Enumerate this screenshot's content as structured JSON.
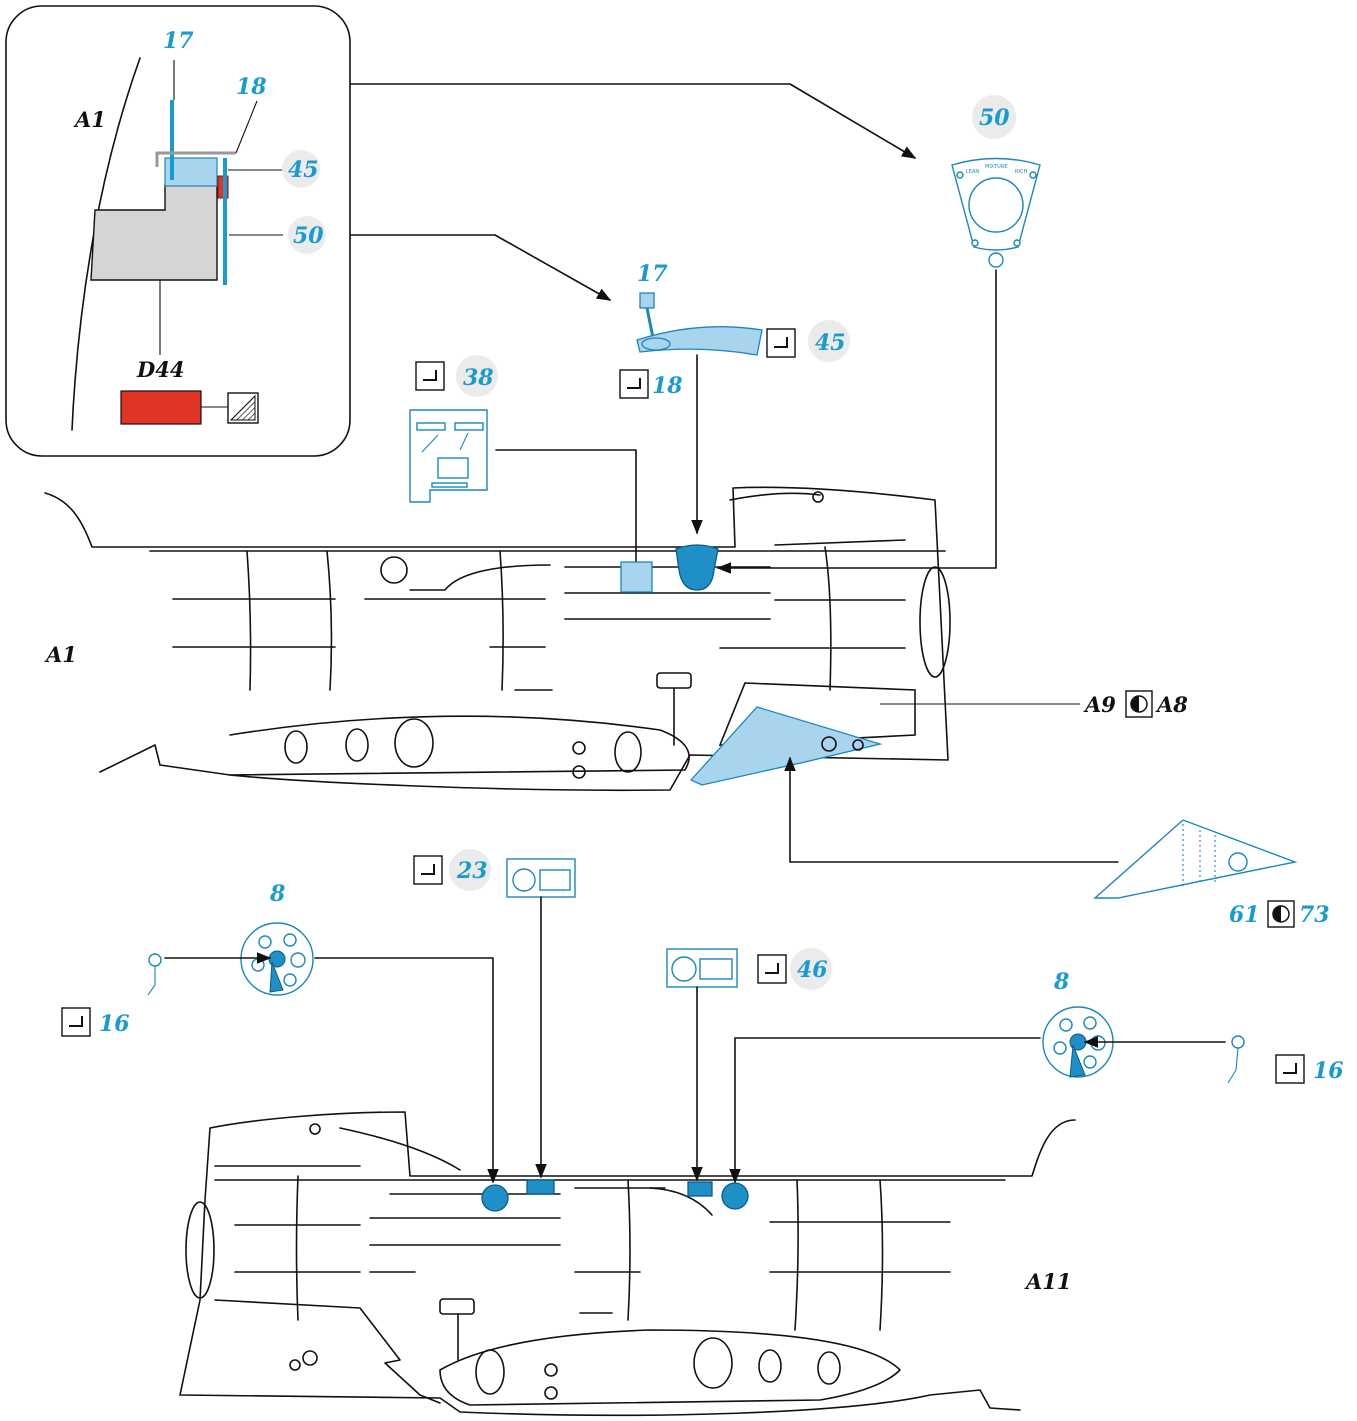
{
  "diagram_title": "",
  "inset": {
    "labels": {
      "part_17": "17",
      "part_18": "18",
      "part_45": "45",
      "part_50": "50",
      "a1": "A1",
      "d44": "D44"
    }
  },
  "callouts": {
    "pe_50": "50",
    "throttle_17": "17",
    "throttle_45": "45",
    "throttle_18": "18",
    "panel_38": "38",
    "sidewall_a9": "A9",
    "sidewall_a8": "A8",
    "triangle_61": "61",
    "triangle_73": "73",
    "panel_23": "23",
    "panel_46": "46",
    "dial_left_8": "8",
    "lever_left_16": "16",
    "dial_right_8": "8",
    "lever_right_16": "16"
  },
  "fuselage_labels": {
    "upper": "A1",
    "lower": "A11"
  },
  "pe_quadrant_text": [
    "LEAN",
    "MIXTURE",
    "RICH"
  ],
  "icons": {
    "bend": "bend-fold-icon",
    "paint": "paint-masking-icon",
    "mirror": "left-right-mirror-icon"
  },
  "colors": {
    "part_blue": "#a9d4ee",
    "part_dark_blue": "#1f8fc7",
    "number_blue": "#1a9bd0",
    "decal_red": "#e03524",
    "plastic_gray": "#d5d5d5"
  }
}
